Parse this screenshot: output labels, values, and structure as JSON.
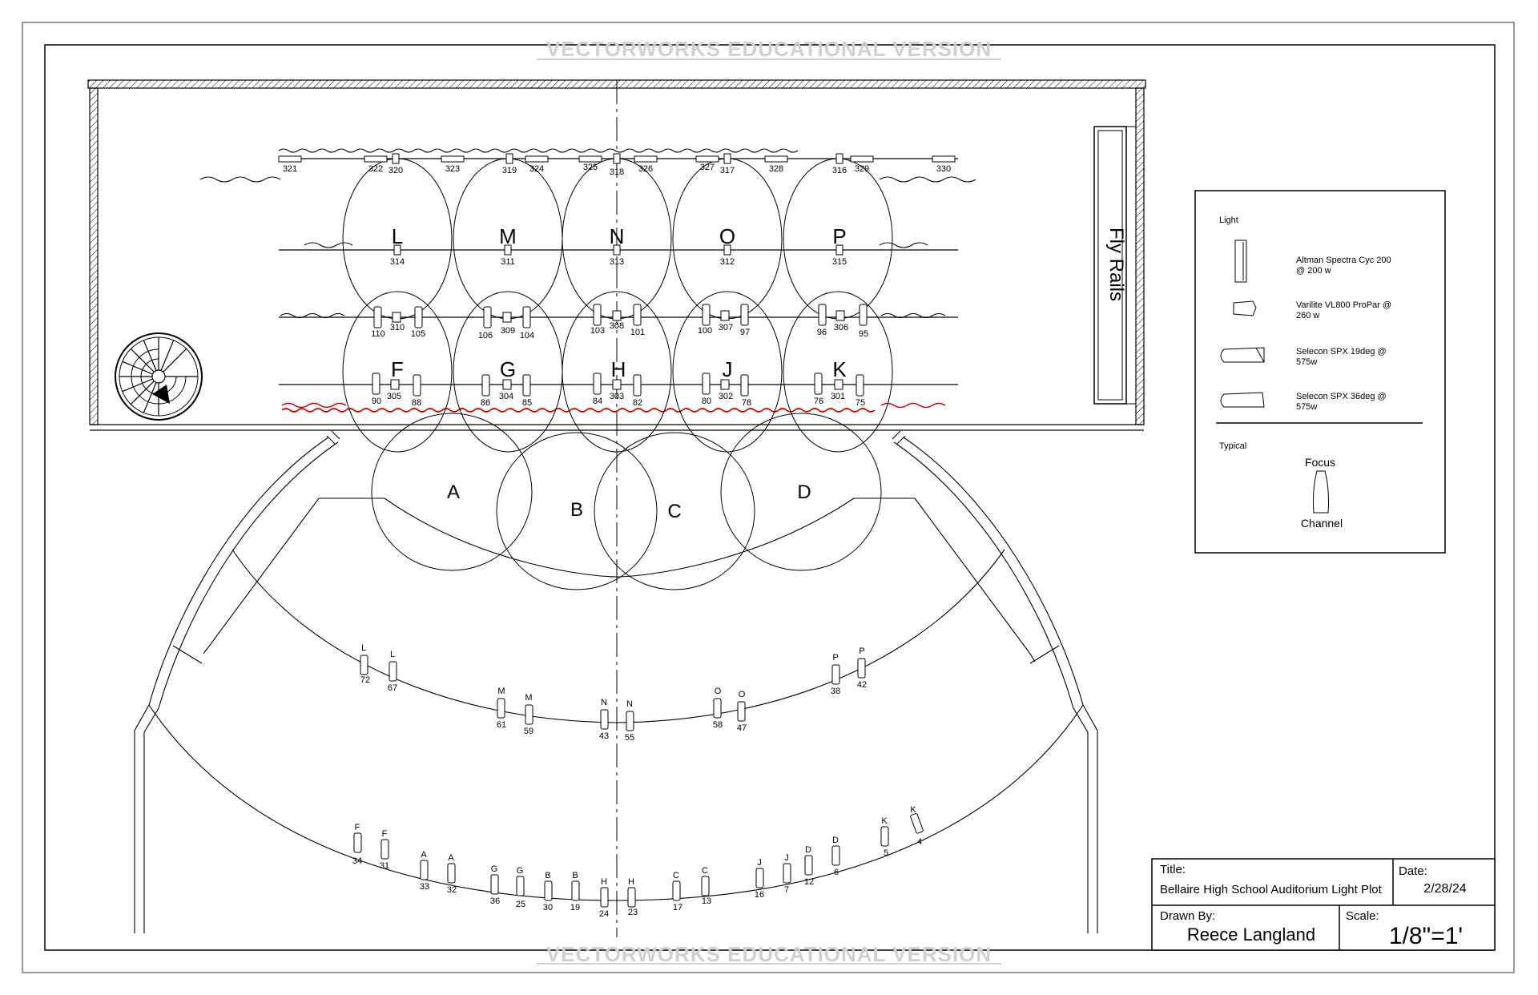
{
  "watermark": "VECTORWORKS EDUCATIONAL VERSION",
  "fly_rails_label": "Fly Rails",
  "legend": {
    "heading": "Light",
    "items": [
      {
        "icon": "cyc-light-icon",
        "label_1": "Altman Spectra Cyc 200",
        "label_2": "@ 200 w"
      },
      {
        "icon": "propar-light-icon",
        "label_1": "Varilite VL800 ProPar @",
        "label_2": "260 w"
      },
      {
        "icon": "spx19-light-icon",
        "label_1": "Selecon SPX 19deg @",
        "label_2": "575w"
      },
      {
        "icon": "spx36-light-icon",
        "label_1": "Selecon SPX 36deg @",
        "label_2": "575w"
      }
    ],
    "typical_heading": "Typical",
    "focus_label": "Focus",
    "channel_label": "Channel"
  },
  "title_block": {
    "title_label": "Title:",
    "title_value": "Bellaire High School Auditorium Light Plot",
    "date_label": "Date:",
    "date_value": "2/28/24",
    "drawn_label": "Drawn By:",
    "drawn_value": "Reece Langland",
    "scale_label": "Scale:",
    "scale_value": "1/8\"=1'"
  },
  "cyc_units": [
    "321",
    "322",
    "323",
    "324",
    "325",
    "326",
    "327",
    "328",
    "329",
    "330"
  ],
  "cyc_movers": [
    "320",
    "319",
    "318",
    "317",
    "316"
  ],
  "mid_movers": [
    "314",
    "311",
    "313",
    "312",
    "315"
  ],
  "zones_upper": [
    "L",
    "M",
    "N",
    "O",
    "P"
  ],
  "zones_lower": [
    "F",
    "G",
    "H",
    "J",
    "K"
  ],
  "zones_front": [
    "A",
    "B",
    "C",
    "D"
  ],
  "electric2": [
    {
      "left": "110",
      "mover": "310",
      "right": "105"
    },
    {
      "left": "106",
      "mover": "309",
      "right": "104"
    },
    {
      "left": "103",
      "mover": "308",
      "right": "101"
    },
    {
      "left": "100",
      "mover": "307",
      "right": "97"
    },
    {
      "left": "96",
      "mover": "306",
      "right": "95"
    }
  ],
  "electric1": [
    {
      "left": "90",
      "mover": "305",
      "right": "88"
    },
    {
      "left": "86",
      "mover": "304",
      "right": "85"
    },
    {
      "left": "84",
      "mover": "303",
      "right": "82"
    },
    {
      "left": "80",
      "mover": "302",
      "right": "78"
    },
    {
      "left": "76",
      "mover": "301",
      "right": "75"
    }
  ],
  "near_foh": [
    {
      "focus": "L",
      "channel": "72"
    },
    {
      "focus": "L",
      "channel": "67"
    },
    {
      "focus": "M",
      "channel": "61"
    },
    {
      "focus": "M",
      "channel": "59"
    },
    {
      "focus": "N",
      "channel": "43"
    },
    {
      "focus": "N",
      "channel": "55"
    },
    {
      "focus": "O",
      "channel": "58"
    },
    {
      "focus": "O",
      "channel": "47"
    },
    {
      "focus": "P",
      "channel": "38"
    },
    {
      "focus": "P",
      "channel": "42"
    }
  ],
  "far_foh": [
    {
      "focus": "F",
      "channel": "34"
    },
    {
      "focus": "F",
      "channel": "31"
    },
    {
      "focus": "A",
      "channel": "33"
    },
    {
      "focus": "A",
      "channel": "32"
    },
    {
      "focus": "G",
      "channel": "36"
    },
    {
      "focus": "G",
      "channel": "25"
    },
    {
      "focus": "B",
      "channel": "30"
    },
    {
      "focus": "B",
      "channel": "19"
    },
    {
      "focus": "H",
      "channel": "24"
    },
    {
      "focus": "H",
      "channel": "23"
    },
    {
      "focus": "C",
      "channel": "17"
    },
    {
      "focus": "C",
      "channel": "13"
    },
    {
      "focus": "J",
      "channel": "16"
    },
    {
      "focus": "J",
      "channel": "7"
    },
    {
      "focus": "D",
      "channel": "12"
    },
    {
      "focus": "D",
      "channel": "6"
    },
    {
      "focus": "K",
      "channel": "5"
    },
    {
      "focus": "K",
      "channel": "4"
    }
  ]
}
